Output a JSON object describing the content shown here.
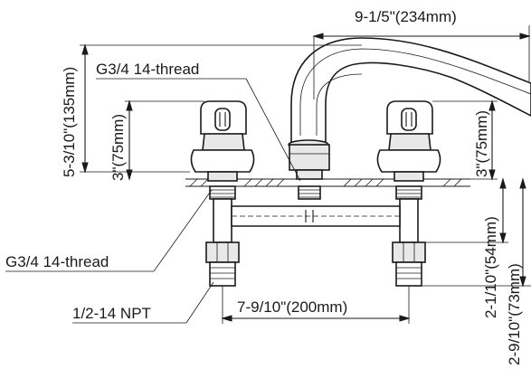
{
  "labels": {
    "top_width": "9-1/5\"(234mm)",
    "overall_height": "5-3/10\"(135mm)",
    "thread_top": "G3/4 14-thread",
    "handle_height_left": "3\"(75mm)",
    "handle_height_right": "3\"(75mm)",
    "thread_bottom": "G3/4 14-thread",
    "npt": "1/2-14 NPT",
    "center_spacing": "7-9/10\"(200mm)",
    "shank_upper": "2-1/10\"(54mm)",
    "shank_total": "2-9/10\"(73mm)"
  }
}
